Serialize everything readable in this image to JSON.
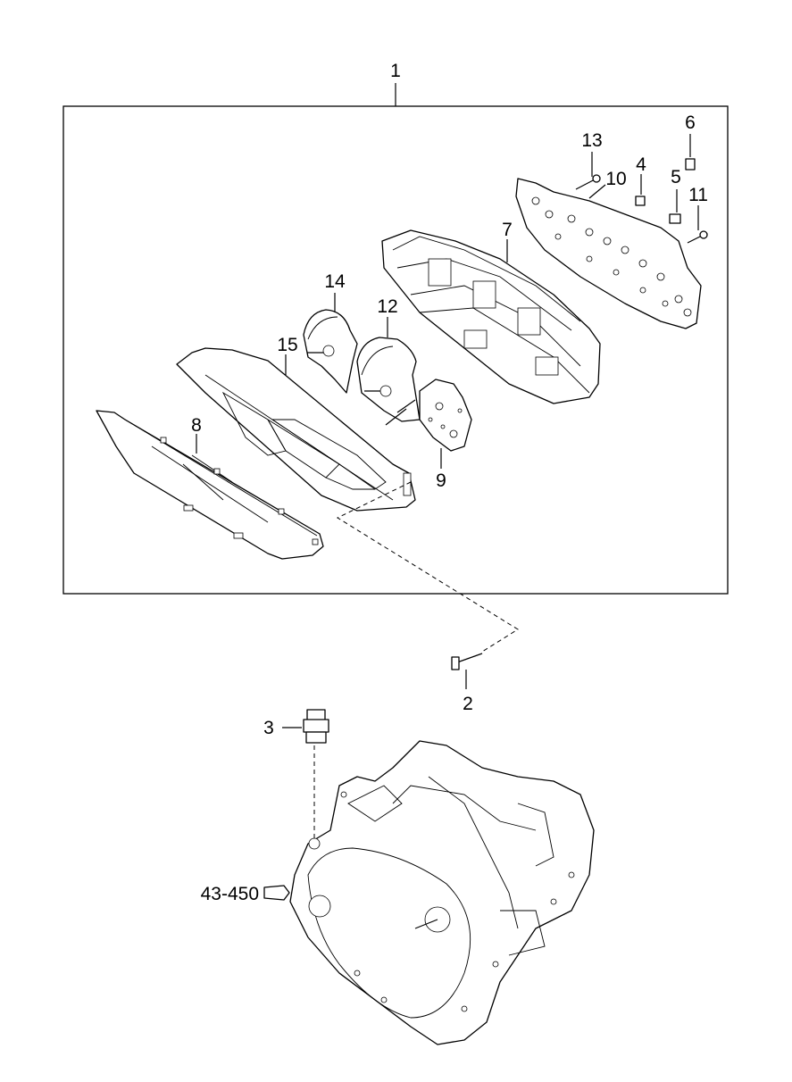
{
  "diagram": {
    "labels": {
      "assembly": "1",
      "sensor_screw": "2",
      "speed_sensor": "3",
      "bulb_4": "4",
      "bulb_5": "5",
      "bulb_6": "6",
      "housing": "7",
      "window_lens": "8",
      "sub_gauge": "9",
      "circuit_board": "10",
      "screw_11": "11",
      "speedometer": "12",
      "screw_13": "13",
      "tachometer": "14",
      "facia_panel": "15",
      "transaxle_ref": "43-450"
    }
  }
}
